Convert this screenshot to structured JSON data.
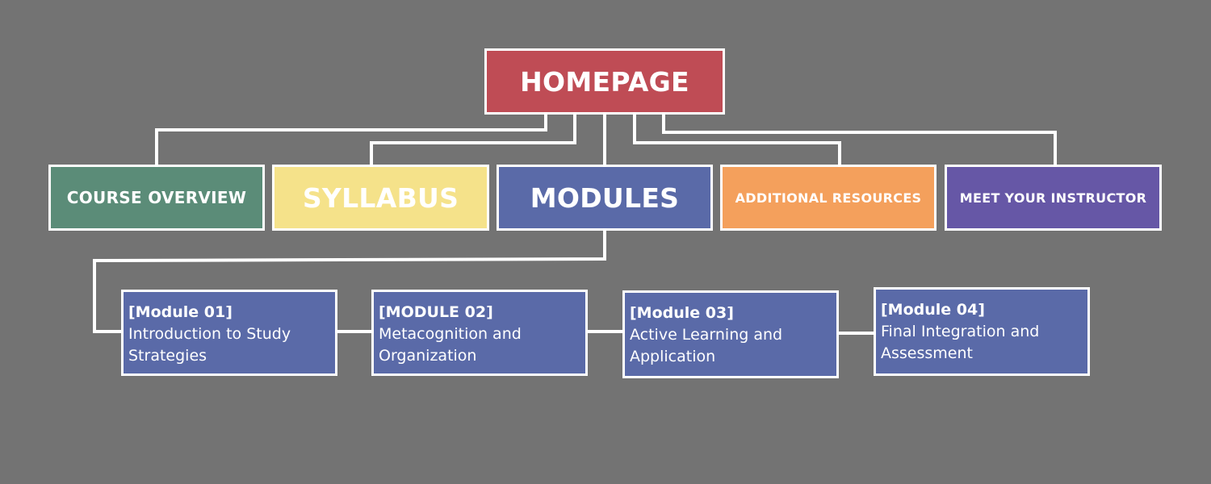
{
  "colors": {
    "background": "#737373",
    "connector": "#ffffff",
    "homepage": "#bf4c55",
    "course_overview": "#5b8c78",
    "syllabus": "#f5e28a",
    "modules": "#5a6aa8",
    "additional_resources": "#f4a05c",
    "meet_instructor": "#6657a6",
    "module_box": "#5a6aa8"
  },
  "homepage": {
    "label": "HOMEPAGE"
  },
  "sections": {
    "course_overview": "COURSE OVERVIEW",
    "syllabus": "SYLLABUS",
    "modules": "MODULES",
    "additional_resources": "ADDITIONAL RESOURCES",
    "meet_instructor": "MEET YOUR INSTRUCTOR"
  },
  "modules": [
    {
      "title": "[Module 01]",
      "description": "Introduction to Study Strategies"
    },
    {
      "title": "[MODULE 02]",
      "description": "Metacognition and Organization"
    },
    {
      "title": "[Module 03]",
      "description": "Active Learning and Application"
    },
    {
      "title": "[Module 04]",
      "description": "Final Integration and Assessment"
    }
  ]
}
